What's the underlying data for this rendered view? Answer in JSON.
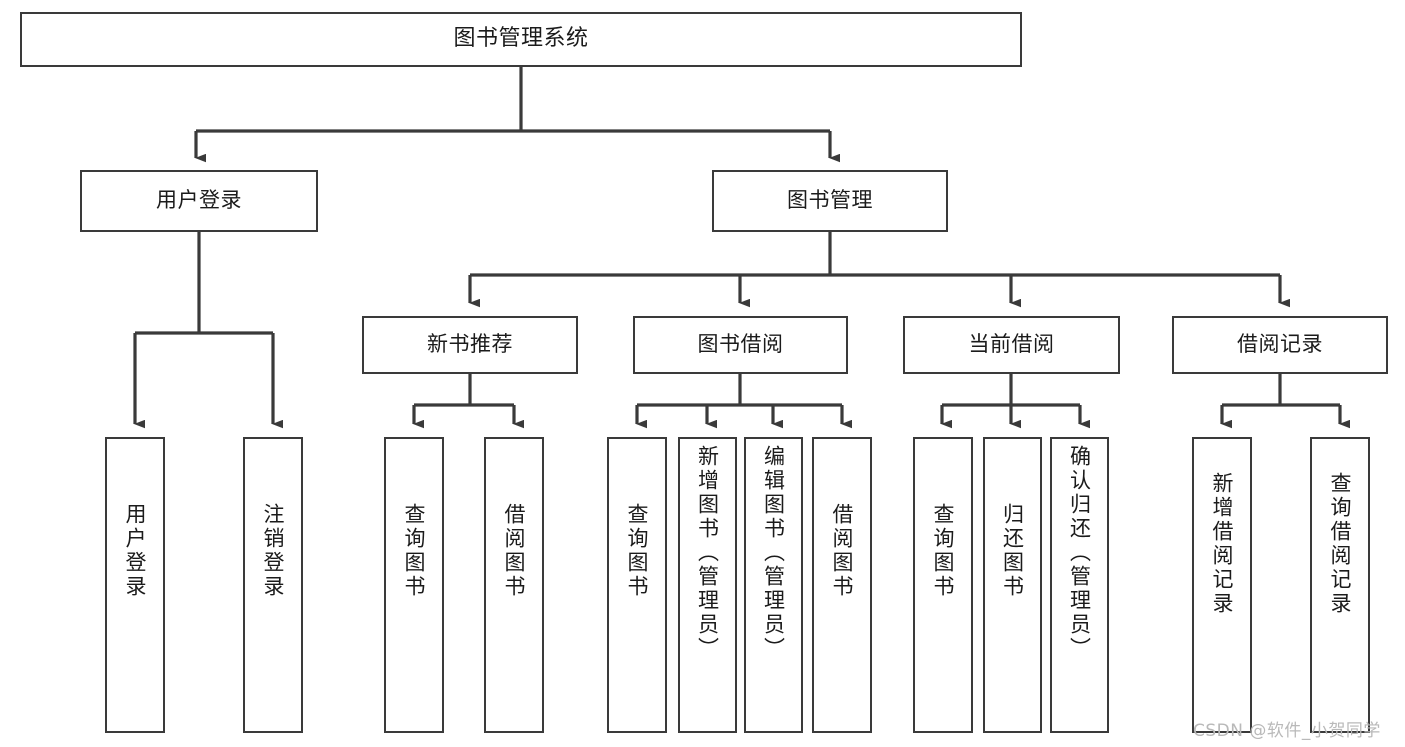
{
  "diagram": {
    "title": "图书管理系统",
    "type": "tree-hierarchy-diagram",
    "colors": {
      "box_border": "#3a3a3a",
      "box_fill": "#ffffff",
      "edge": "#3a3a3a",
      "text": "#1b1b1b",
      "watermark": "#b9b9b9",
      "background": "#ffffff"
    },
    "root": {
      "label": "图书管理系统"
    },
    "level2": [
      {
        "id": "user-login",
        "label": "用户登录"
      },
      {
        "id": "book-manage",
        "label": "图书管理"
      }
    ],
    "level3": [
      {
        "id": "new-book-recommend",
        "label": "新书推荐",
        "parent": "book-manage"
      },
      {
        "id": "book-borrow",
        "label": "图书借阅",
        "parent": "book-manage"
      },
      {
        "id": "current-borrow",
        "label": "当前借阅",
        "parent": "book-manage"
      },
      {
        "id": "borrow-record",
        "label": "借阅记录",
        "parent": "book-manage"
      }
    ],
    "leaves": {
      "user_login": [
        {
          "id": "leaf-user-login",
          "label": "用户登录"
        },
        {
          "id": "leaf-user-logout",
          "label": "注销登录"
        }
      ],
      "new_book_recommend": [
        {
          "id": "leaf-query-book-1",
          "label": "查询图书"
        },
        {
          "id": "leaf-borrow-book-1",
          "label": "借阅图书"
        }
      ],
      "book_borrow": [
        {
          "id": "leaf-query-book-2",
          "label": "查询图书"
        },
        {
          "id": "leaf-add-book",
          "label": "新增图书（管理员）"
        },
        {
          "id": "leaf-edit-book",
          "label": "编辑图书（管理员）"
        },
        {
          "id": "leaf-borrow-book-2",
          "label": "借阅图书"
        }
      ],
      "current_borrow": [
        {
          "id": "leaf-query-book-3",
          "label": "查询图书"
        },
        {
          "id": "leaf-return-book",
          "label": "归还图书"
        },
        {
          "id": "leaf-confirm-return",
          "label": "确认归还（管理员）"
        }
      ],
      "borrow_record": [
        {
          "id": "leaf-add-record",
          "label": "新增借阅记录"
        },
        {
          "id": "leaf-query-record",
          "label": "查询借阅记录"
        }
      ]
    }
  },
  "watermark": {
    "text": "CSDN @软件_小贺同学"
  }
}
